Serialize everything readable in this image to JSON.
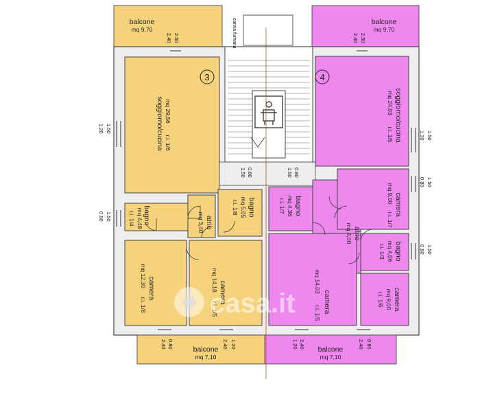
{
  "colors": {
    "unit3": "#f6d27c",
    "unit4": "#ee88ee",
    "wall": "#eeeeee",
    "stair": "#ffffff"
  },
  "unit3": {
    "number": "3",
    "balcone_top": {
      "name": "balcone",
      "area": "mq 9,70"
    },
    "soggiorno": {
      "name": "soggiorno/cucina",
      "area": "mq 29,56",
      "ri": "r.i. 1/6"
    },
    "bagno_left": {
      "name": "bagno",
      "area": "mq 4,48",
      "ri": "r.i. 1/4"
    },
    "atrio": {
      "name": "atrio",
      "area": "mq 3,40"
    },
    "bagno_center": {
      "name": "bagno",
      "area": "mq 5,05",
      "ri": "r.i. 1/8"
    },
    "camera_left": {
      "name": "camera",
      "area": "mq 12,30",
      "ri": "r.i. 1/8"
    },
    "camera_center": {
      "name": "camera",
      "area": "mq 14,18",
      "ri": "r.i. 1/5"
    }
  },
  "unit4": {
    "number": "4",
    "balcone_top": {
      "name": "balcone",
      "area": "mq 9,70"
    },
    "soggiorno": {
      "name": "soggiorno/cucina",
      "area": "mq 24,03",
      "ri": "r.i. 1/5"
    },
    "camera_top": {
      "name": "camera",
      "area": "mq 9,00",
      "ri": "r.i. 1/7"
    },
    "bagno_center": {
      "name": "bagno",
      "area": "mq 4,36",
      "ri": "r.i. 1/7"
    },
    "atrio": {
      "name": "atrio",
      "area": "mq 4,00"
    },
    "bagno_right": {
      "name": "bagno",
      "area": "mq 4,06",
      "ri": "r.i. 1/3"
    },
    "camera_center": {
      "name": "camera",
      "area": "mq 14,03",
      "ri": "r.i. 1/5"
    },
    "camera_right": {
      "name": "camera",
      "area": "mq 9,00",
      "ri": "r.i. 1/6"
    }
  },
  "balcone_bottom": {
    "name": "balcone",
    "area": "mq 7,10"
  },
  "canna_fumaria": "canna fumaria",
  "dims": {
    "d250": "2.50",
    "d240": "2.40",
    "d150": "1.50",
    "d120": "1.20",
    "d080": "0.80"
  },
  "watermark": "casa.it"
}
